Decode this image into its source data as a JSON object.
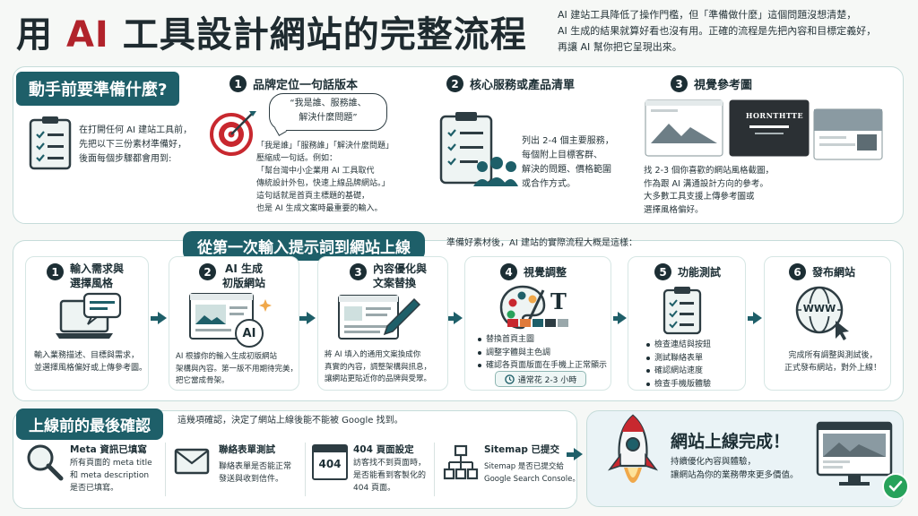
{
  "title": {
    "part1": "用 ",
    "part2": "AI",
    "part3": " 工具設計網站的完整流程"
  },
  "intro": [
    "AI 建站工具降低了操作門檻，但「準備做什麼」這個問題沒想清楚，",
    "AI 生成的結果就算好看也沒有用。正確的流程是先把內容和目標定義好，",
    "再讓 AI 幫你把它呈現出來。"
  ],
  "prep": {
    "label": "動手前要準備什麼?",
    "desc": [
      "在打開任何 AI 建站工具前，",
      "先把以下三份素材準備好，",
      "後面每個步驟都會用到:"
    ],
    "item1": {
      "num": "1",
      "title": "品牌定位一句話版本",
      "bubble": [
        "“我是誰、服務誰、",
        "解決什麼問題”"
      ],
      "text": [
        "「我是誰」「服務誰」「解決什麼問題」",
        "壓縮成一句話。例如：",
        "「幫台灣中小企業用 AI 工具取代",
        "傳統設計外包，快速上線品牌網站。」",
        "這句話就是首頁主標題的基礎，",
        "也是 AI 生成文案時最重要的輸入。"
      ]
    },
    "item2": {
      "num": "2",
      "title": "核心服務或產品清單",
      "text": [
        "列出 2-4 個主要服務，",
        "每個附上目標客群、",
        "解決的問題、價格範圍",
        "或合作方式。"
      ]
    },
    "item3": {
      "num": "3",
      "title": "視覺參考圖",
      "mock_brand": "HORNTHTTE",
      "text": [
        "找 2-3 個你喜歡的網站風格截圖，",
        "作為跟 AI 溝通設計方向的參考。",
        "大多數工具支援上傳參考圖或",
        "選擇風格偏好。"
      ]
    }
  },
  "flow": {
    "label": "從第一次輸入提示詞到網站上線",
    "desc": "準備好素材後，AI 建站的實際流程大概是這樣：",
    "steps": [
      {
        "num": "1",
        "title": [
          "輸入需求與",
          "選擇風格"
        ],
        "text": [
          "輸入業務描述、目標與需求，",
          "並選擇風格偏好或上傳參考圖。"
        ]
      },
      {
        "num": "2",
        "title": [
          "AI 生成",
          "初版網站"
        ],
        "badge": "AI",
        "text": [
          "AI 根據你的輸入生成初版網站",
          "架構與內容。第一版不用期待完美，",
          "把它當成骨架。"
        ]
      },
      {
        "num": "3",
        "title": [
          "內容優化與",
          "文案替換"
        ],
        "text": [
          "將 AI 填入的通用文案換成你",
          "真實的內容，調整架構與訊息，",
          "讓網站更貼近你的品牌與受眾。"
        ]
      },
      {
        "num": "4",
        "title": [
          "視覺調整"
        ],
        "glyph": "T",
        "bullets": [
          "替換首頁主圖",
          "調整字體與主色調",
          "確認各頁面版面在手機上正常顯示"
        ],
        "time": "通常花 2-3 小時"
      },
      {
        "num": "5",
        "title": [
          "功能測試"
        ],
        "bullets": [
          "檢查連結與按鈕",
          "測試聯絡表單",
          "確認網站速度",
          "檢查手機版體驗"
        ]
      },
      {
        "num": "6",
        "title": [
          "發布網站"
        ],
        "globe": "WWW",
        "text": [
          "完成所有調整與測試後，",
          "正式發布網站，對外上線！"
        ]
      }
    ]
  },
  "checks": {
    "label": "上線前的最後確認",
    "desc": "這幾項確認，決定了網站上線後能不能被 Google 找到。",
    "items": [
      {
        "title": "Meta 資訊已填寫",
        "text": [
          "所有頁面的 meta title",
          "和 meta description",
          "是否已填寫。"
        ]
      },
      {
        "title": "聯絡表單測試",
        "text": [
          "聯絡表單是否能正常",
          "發送與收到信件。"
        ]
      },
      {
        "title": "404 頁面設定",
        "icon_text": "404",
        "text": [
          "訪客找不到頁面時，",
          "是否能看到客製化的",
          "404 頁面。"
        ]
      },
      {
        "title": "Sitemap 已提交",
        "text": [
          "Sitemap 是否已提交給",
          "Google Search Console。"
        ]
      }
    ]
  },
  "done": {
    "title": "網站上線完成！",
    "text": [
      "持續優化內容與體驗，",
      "讓網站為你的業務帶來更多價值。"
    ]
  },
  "colors": {
    "teal": "#1e5f69",
    "dark": "#1c2e34",
    "red": "#b1232b",
    "green": "#27a25a",
    "border": "#c6dcda"
  }
}
